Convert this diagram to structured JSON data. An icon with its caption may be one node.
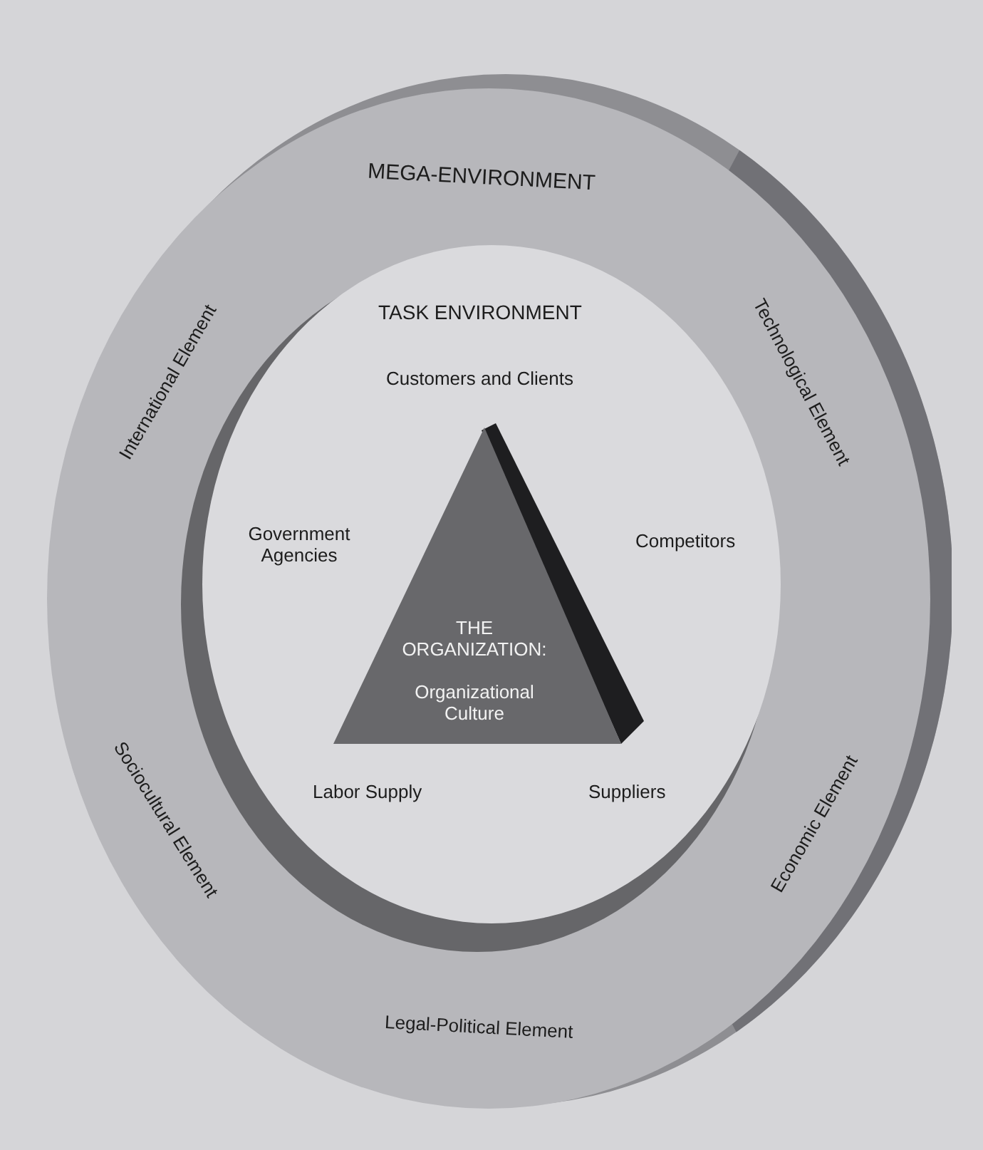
{
  "diagram": {
    "nodes": [
      {
        "text": [
          "MEGA-ENVIRONMENT",
          "International Element",
          "Technological Element",
          "Sociocultural Element",
          "Economic Element",
          "Legal-Political Element"
        ]
      },
      {
        "text": [
          "TASK ENVIRONMENT",
          "Customers and Clients",
          "Government Agencies",
          "Competitors",
          "Labor Supply",
          "Suppliers"
        ],
        "in": 0
      },
      {
        "text": [
          "THE ORGANIZATION:",
          "Organizational Culture"
        ],
        "in": 1
      }
    ]
  }
}
